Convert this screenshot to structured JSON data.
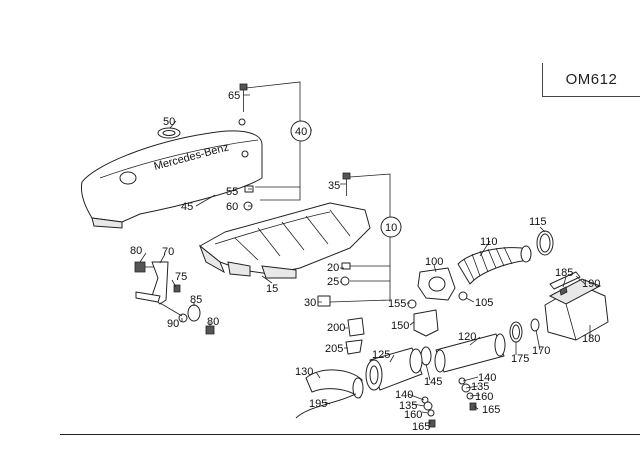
{
  "model": "OM612",
  "cover_text": "Mercedes-Benz",
  "callouts": {
    "c40": "40",
    "c10": "10"
  },
  "parts": [
    "65",
    "50",
    "55",
    "60",
    "45",
    "35",
    "15",
    "20",
    "25",
    "30",
    "80",
    "70",
    "75",
    "85",
    "90",
    "80",
    "100",
    "105",
    "110",
    "115",
    "185",
    "190",
    "155",
    "150",
    "120",
    "170",
    "175",
    "180",
    "200",
    "205",
    "125",
    "145",
    "130",
    "140",
    "135",
    "160",
    "195",
    "140",
    "135",
    "160",
    "165",
    "165"
  ]
}
